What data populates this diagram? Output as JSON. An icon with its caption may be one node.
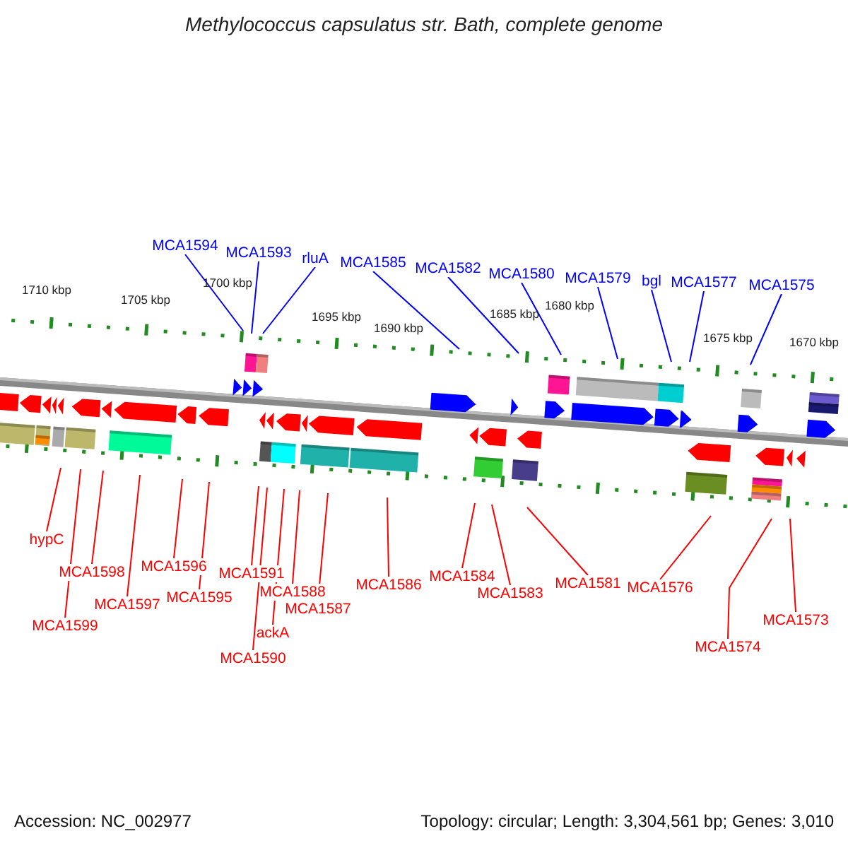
{
  "diagram": {
    "title": "Methylococcus capsulatus str. Bath, complete genome",
    "nodes": [
      {
        "text": [
          "MCA1594"
        ]
      },
      {
        "text": [
          "MCA1593"
        ]
      },
      {
        "text": [
          "rluA"
        ]
      },
      {
        "text": [
          "MCA1585"
        ]
      },
      {
        "text": [
          "MCA1582"
        ]
      },
      {
        "text": [
          "MCA1580"
        ]
      },
      {
        "text": [
          "MCA1579"
        ]
      },
      {
        "text": [
          "bgl"
        ]
      },
      {
        "text": [
          "MCA1577"
        ]
      },
      {
        "text": [
          "MCA1575"
        ]
      },
      {
        "text": [
          "hypC"
        ]
      },
      {
        "text": [
          "MCA1599"
        ]
      },
      {
        "text": [
          "MCA1598"
        ]
      },
      {
        "text": [
          "MCA1597"
        ]
      },
      {
        "text": [
          "MCA1596"
        ]
      },
      {
        "text": [
          "MCA1595"
        ]
      },
      {
        "text": [
          "MCA1591"
        ]
      },
      {
        "text": [
          "MCA1590"
        ]
      },
      {
        "text": [
          "ackA"
        ]
      },
      {
        "text": [
          "MCA1588"
        ]
      },
      {
        "text": [
          "MCA1587"
        ]
      },
      {
        "text": [
          "MCA1586"
        ]
      },
      {
        "text": [
          "MCA1584"
        ]
      },
      {
        "text": [
          "MCA1583"
        ]
      },
      {
        "text": [
          "MCA1581"
        ]
      },
      {
        "text": [
          "MCA1576"
        ]
      },
      {
        "text": [
          "MCA1574"
        ]
      },
      {
        "text": [
          "MCA1573"
        ]
      }
    ],
    "edges": [
      {
        "from": 0,
        "to": null,
        "arrow": "none",
        "color": "#0000ff"
      },
      {
        "from": 1,
        "to": null,
        "arrow": "none",
        "color": "#0000ff"
      },
      {
        "from": 2,
        "to": null,
        "arrow": "none",
        "color": "#0000ff"
      },
      {
        "from": 3,
        "to": null,
        "arrow": "none",
        "color": "#0000ff"
      },
      {
        "from": 4,
        "to": null,
        "arrow": "none",
        "color": "#0000ff"
      },
      {
        "from": 5,
        "to": null,
        "arrow": "none",
        "color": "#0000ff"
      },
      {
        "from": 6,
        "to": null,
        "arrow": "none",
        "color": "#0000ff"
      },
      {
        "from": 7,
        "to": null,
        "arrow": "none",
        "color": "#0000ff"
      },
      {
        "from": 8,
        "to": null,
        "arrow": "none",
        "color": "#0000ff"
      },
      {
        "from": 9,
        "to": null,
        "arrow": "none",
        "color": "#0000ff"
      },
      {
        "from": 10,
        "to": null,
        "arrow": "none",
        "color": "#ff0000"
      },
      {
        "from": 11,
        "to": null,
        "arrow": "none",
        "color": "#ff0000"
      },
      {
        "from": 12,
        "to": null,
        "arrow": "none",
        "color": "#ff0000"
      },
      {
        "from": 13,
        "to": null,
        "arrow": "none",
        "color": "#ff0000"
      },
      {
        "from": 14,
        "to": null,
        "arrow": "none",
        "color": "#ff0000"
      },
      {
        "from": 15,
        "to": null,
        "arrow": "none",
        "color": "#ff0000"
      },
      {
        "from": 16,
        "to": null,
        "arrow": "none",
        "color": "#ff0000"
      },
      {
        "from": 17,
        "to": null,
        "arrow": "none",
        "color": "#ff0000"
      },
      {
        "from": 18,
        "to": null,
        "arrow": "none",
        "color": "#ff0000"
      },
      {
        "from": 19,
        "to": null,
        "arrow": "none",
        "color": "#ff0000"
      },
      {
        "from": 20,
        "to": null,
        "arrow": "none",
        "color": "#ff0000"
      },
      {
        "from": 21,
        "to": null,
        "arrow": "none",
        "color": "#ff0000"
      },
      {
        "from": 22,
        "to": null,
        "arrow": "none",
        "color": "#ff0000"
      },
      {
        "from": 23,
        "to": null,
        "arrow": "none",
        "color": "#ff0000"
      },
      {
        "from": 24,
        "to": null,
        "arrow": "none",
        "color": "#ff0000"
      },
      {
        "from": 25,
        "to": null,
        "arrow": "none",
        "color": "#ff0000"
      },
      {
        "from": 26,
        "to": null,
        "arrow": "none",
        "color": "#ff0000"
      },
      {
        "from": 27,
        "to": null,
        "arrow": "none",
        "color": "#ff0000"
      }
    ],
    "labels": [
      "1710 kbp",
      "1705 kbp",
      "1700 kbp",
      "1695 kbp",
      "1690 kbp",
      "1685 kbp",
      "1680 kbp",
      "1675 kbp",
      "1670 kbp",
      "Accession: NC_002977",
      "Topology: circular; Length: 3,304,561 bp; Genes: 3,010"
    ]
  }
}
